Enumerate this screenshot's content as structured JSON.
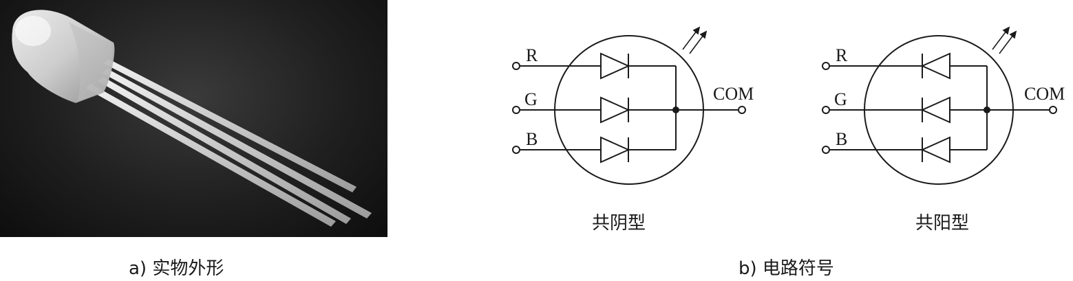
{
  "panel_a": {
    "caption": "a) 实物外形"
  },
  "panel_b": {
    "caption": "b) 电路符号",
    "common_cathode": {
      "label": "共阴型",
      "pins": [
        "R",
        "G",
        "B"
      ],
      "com": "COM"
    },
    "common_anode": {
      "label": "共阳型",
      "pins": [
        "R",
        "G",
        "B"
      ],
      "com": "COM"
    }
  },
  "colors": {
    "line": "#1a1a1a",
    "photo_bg": "#1f1f1f"
  }
}
